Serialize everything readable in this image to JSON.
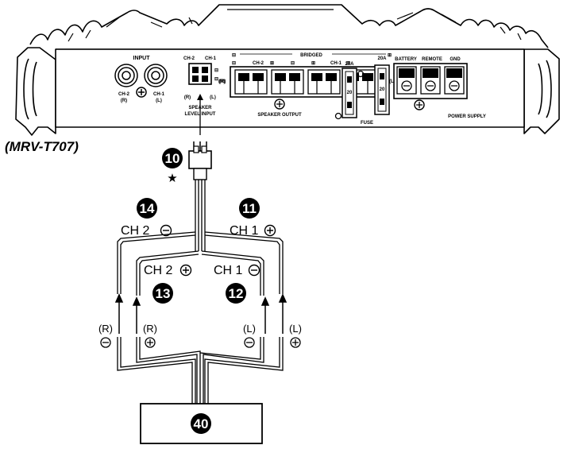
{
  "amplifier": {
    "model": "(MRV-T707)",
    "input_label": "INPUT",
    "input_ch2": "CH-2",
    "input_ch2_side": "(R)",
    "input_ch1": "CH-1",
    "input_ch1_side": "(L)",
    "sli_ch2": "CH-2",
    "sli_ch1": "CH-1",
    "sli_r": "(R)",
    "sli_l": "(L)",
    "sli_r_side": "(R)",
    "sli_label_1": "SPEAKER",
    "sli_label_2": "LEVEL INPUT",
    "bridged": "BRIDGED",
    "out_ch2": "CH-2",
    "out_ch1": "CH-1",
    "out_r": "(R)",
    "out_l": "(L)",
    "speaker_output": "SPEAKER OUTPUT",
    "fuse1_rating": "20A",
    "fuse2_rating": "20A",
    "fuse_body": "20",
    "fuse_label": "FUSE",
    "battery": "BATTERY",
    "remote": "REMOTE",
    "gnd": "GND",
    "power_supply": "POWER SUPPLY"
  },
  "callouts": {
    "connector": "10",
    "star": "★",
    "ch2_minus": "14",
    "ch1_plus": "11",
    "ch2_plus": "13",
    "ch1_minus": "12",
    "head_unit": "40"
  },
  "wires": {
    "ch2_minus": "CH 2",
    "ch1_plus": "CH 1",
    "ch2_plus": "CH 2",
    "ch1_minus": "CH 1",
    "r_minus_side": "(R)",
    "r_plus_side": "(R)",
    "l_minus_side": "(L)",
    "l_plus_side": "(L)"
  }
}
